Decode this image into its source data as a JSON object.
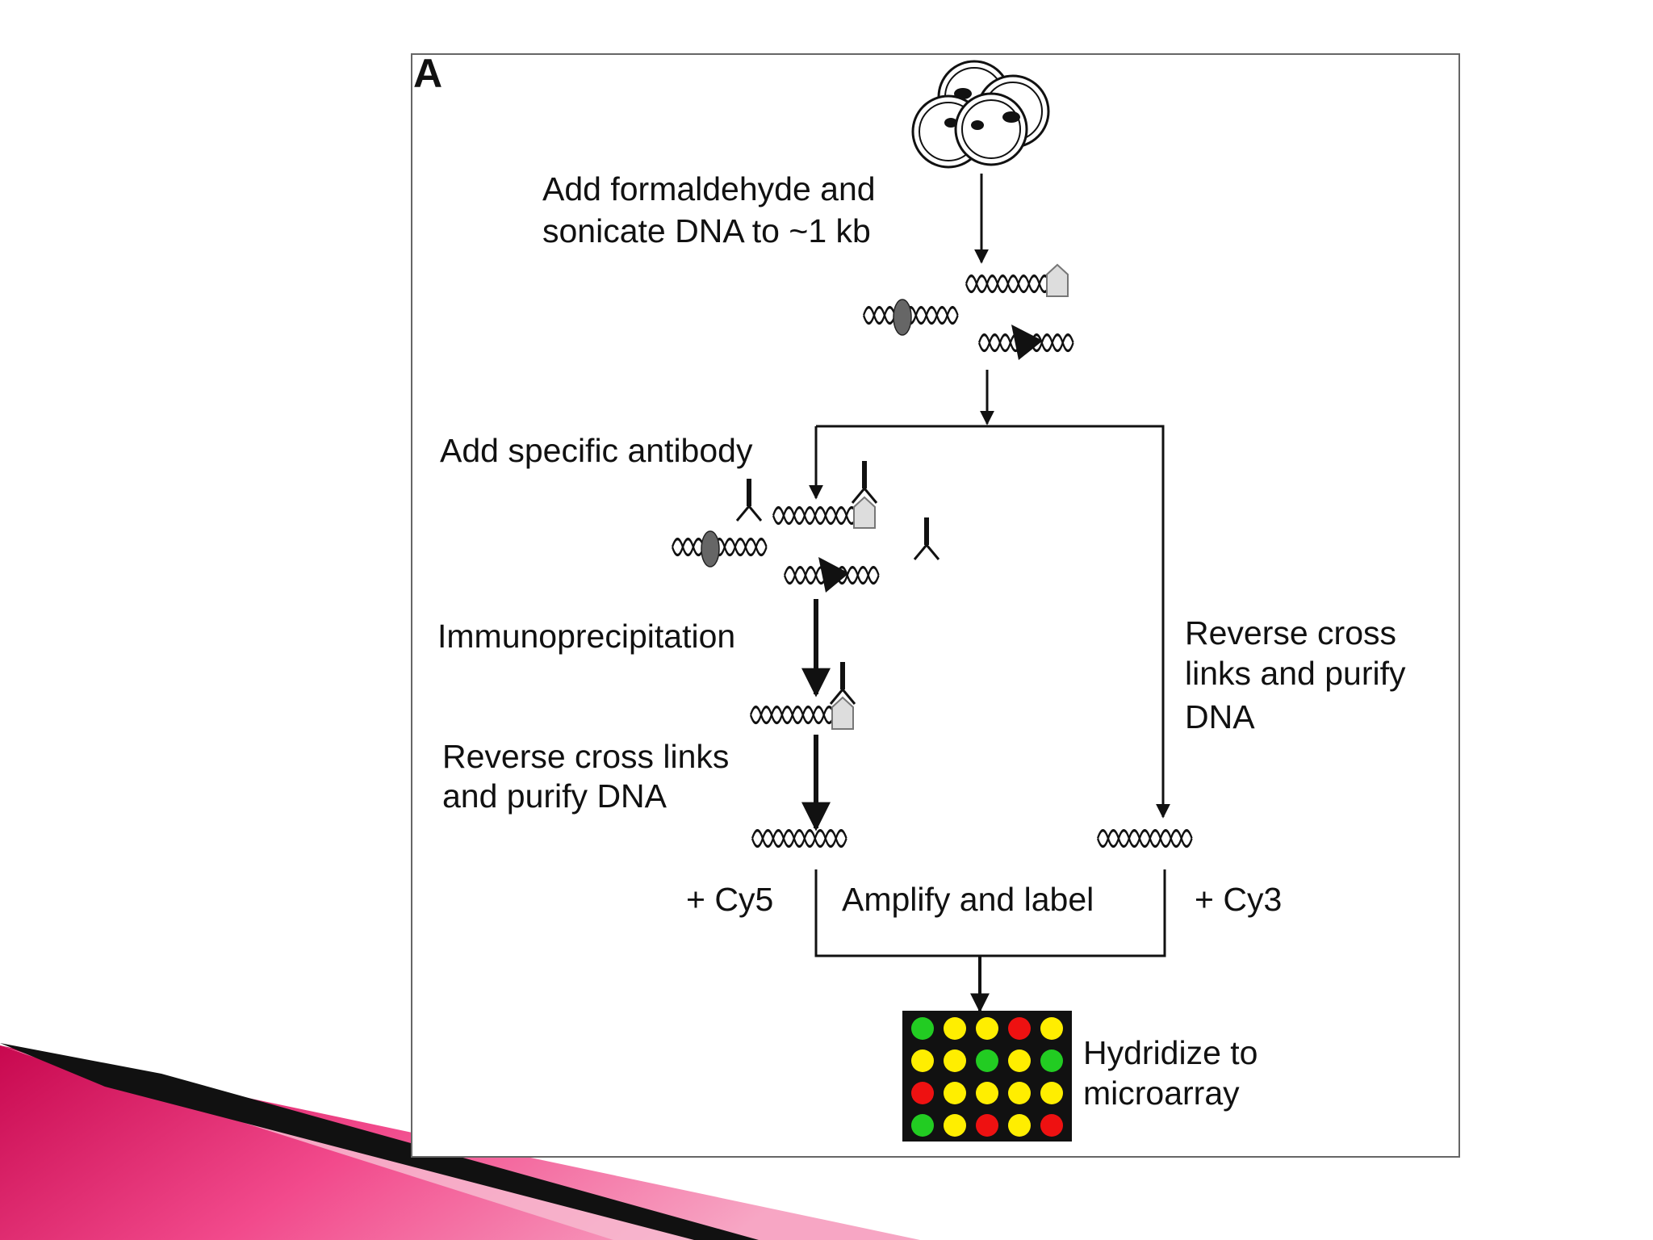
{
  "panel_letter": "A",
  "steps": {
    "fix": [
      "Add formaldehyde and",
      "sonicate DNA to ~1 kb"
    ],
    "antibody": "Add specific antibody",
    "ip": "Immunoprecipitation",
    "reverse_left": [
      "Reverse cross links",
      "and purify DNA"
    ],
    "reverse_right": [
      "Reverse cross",
      "links and purify",
      "DNA"
    ],
    "cy5": "+ Cy5",
    "amplify": "Amplify and label",
    "cy3": "+ Cy3",
    "hybridize": [
      "Hydridize to",
      "microarray"
    ]
  },
  "microarray": {
    "colors": {
      "green": "#22cc22",
      "yellow": "#ffee00",
      "red": "#ee1111"
    },
    "grid": [
      [
        "green",
        "yellow",
        "yellow",
        "red",
        "yellow"
      ],
      [
        "yellow",
        "yellow",
        "green",
        "yellow",
        "green"
      ],
      [
        "red",
        "yellow",
        "yellow",
        "yellow",
        "yellow"
      ],
      [
        "green",
        "yellow",
        "red",
        "yellow",
        "red"
      ]
    ]
  },
  "colors": {
    "accent_pink": "#e8106a",
    "accent_light_pink": "#f7b8cf"
  }
}
